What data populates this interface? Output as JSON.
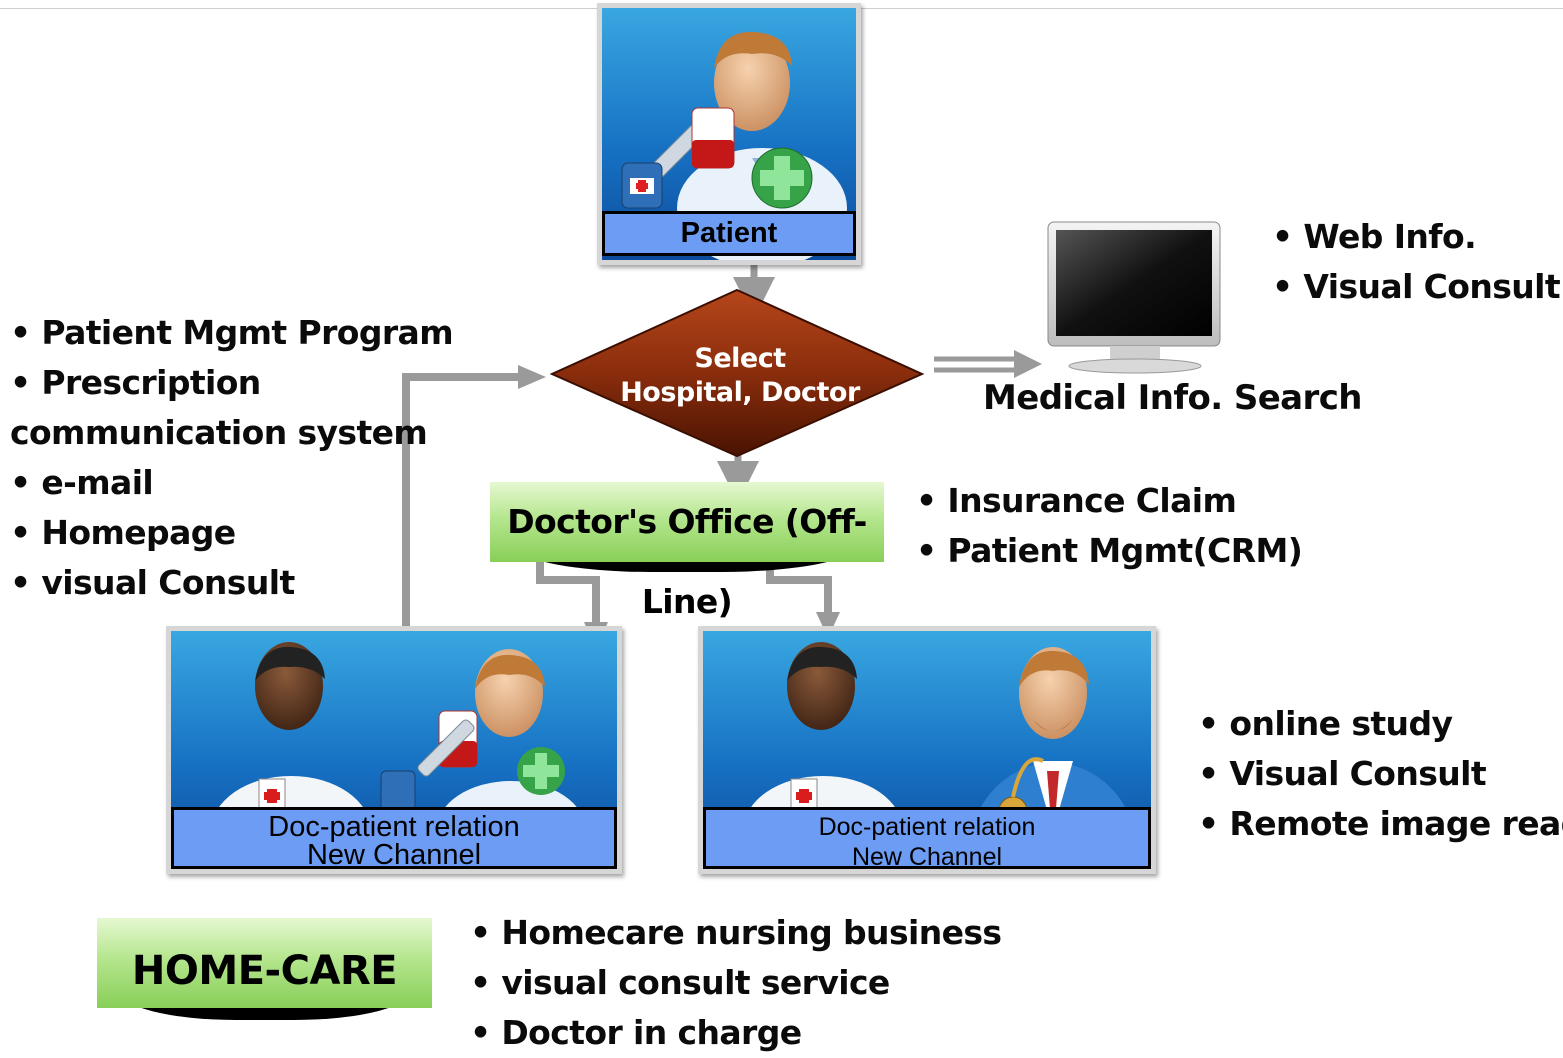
{
  "patient_caption": "Patient",
  "diamond": {
    "line1": "Select",
    "line2": "Hospital, Doctor"
  },
  "medical_search_label": "Medical Info. Search",
  "web_bullets": [
    "Web Info.",
    "Visual Consult"
  ],
  "left_bullets": [
    "Patient Mgmt Program",
    "Prescription",
    "communication system",
    "e-mail",
    "Homepage",
    "visual Consult"
  ],
  "office_label": "Doctor's Office (Off-Line)",
  "office_bullets": [
    "Insurance Claim",
    "Patient Mgmt(CRM)"
  ],
  "left_panel_caption": {
    "line1": "Doc-patient relation",
    "line2": "New Channel"
  },
  "right_panel_caption": {
    "line1": "Doc-patient relation",
    "line2": "New Channel"
  },
  "right_bullets": [
    "online study",
    "Visual Consult",
    "Remote image read"
  ],
  "homecare_label": "HOME-CARE",
  "homecare_bullets": [
    "Homecare nursing business",
    "visual consult service",
    "Doctor in charge"
  ],
  "colors": {
    "panel_blue": "#1772c4",
    "caption_blue": "#6c9cf4",
    "diamond_brown": "#8a2d0c",
    "green_box": "#9ddc6e",
    "arrow_gray": "#9a9a9a"
  },
  "icons": [
    "patient-avatar-icon",
    "doctor-avatar-icon",
    "consultant-doctor-icon",
    "monitor-icon",
    "syringe-icon",
    "medicine-bottle-icon",
    "green-cross-icon"
  ]
}
